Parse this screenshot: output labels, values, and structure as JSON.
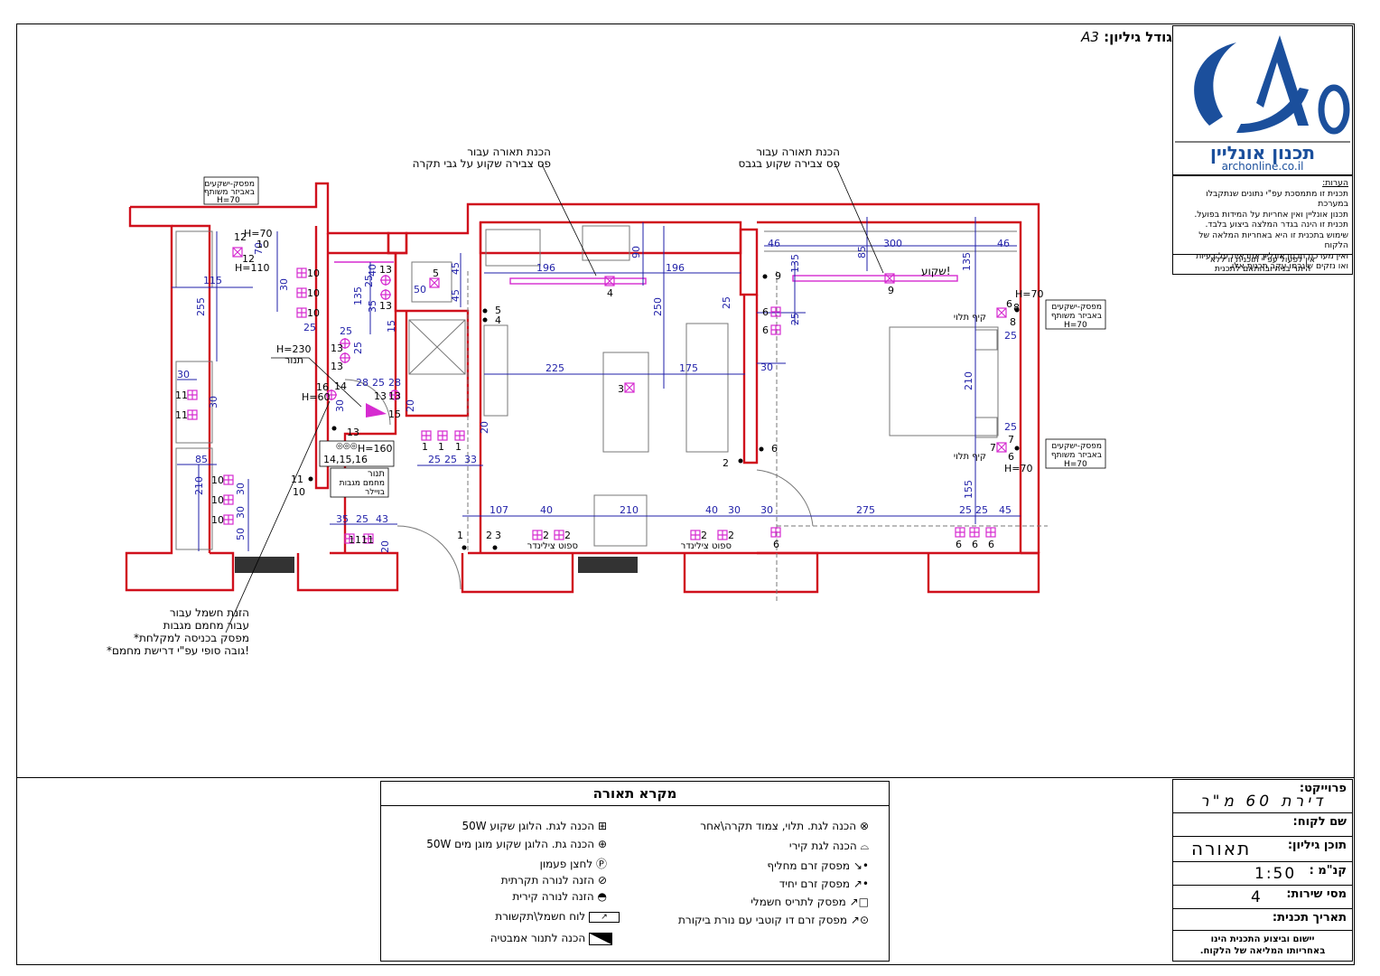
{
  "sheet": {
    "size_label": "גודל גיליון:",
    "size_value": "A3"
  },
  "logo": {
    "brand_he": "תכנון אונליין",
    "brand_en": "archonline.co.il"
  },
  "notes": {
    "title": "הערות:",
    "lines": [
      "תכנית זו מתמסכת עפ\"י נתונים שנתקבלו במערכת",
      "תכנון אונליין ואין אחריות על המידות בפועל.",
      "תכנית זו הינה בגדר המלצה ביצוע בלבד.",
      "שימוש בתכנית זו היא באחריות המלאה של הלקוח",
      "ואין מערכת תכנון אונליין אחראית על בעיות",
      "ואו נזקים שיגרמו עקב תכנית אלו."
    ],
    "footer_lines": [
      "אין לפעול עפ\"י תוכנית זו ללא",
      "היתר בניה ובהתאם לתכנית"
    ]
  },
  "plan_labels": {
    "callout_kitchen_1": "הכנת תאורה עבור",
    "callout_kitchen_2": "פס צבירה שקוע על גבי תקרה",
    "callout_bedroom_1": "הכנת תאורה עבור",
    "callout_bedroom_2": "פס צבירה שקוע בגבס",
    "switch_shared_1": "מפסק-ישקעים",
    "switch_shared_2": "באביזר משותף",
    "h70": "H=70",
    "h110": "H=110",
    "h230": "H=230",
    "h60": "H=60",
    "h160": "H=160",
    "oven": "תנור",
    "boiler_1": "תנור",
    "boiler_2": "מחמם מגבות",
    "boiler_3": "בויילר",
    "recessed": "שקוע!",
    "bed_lamp": "קיף תלוי",
    "cylinder_spot": "ספוט צילינדר",
    "bath_note_1": "הזנת חשמל עבור",
    "bath_note_2": "עבור מחמם מגבות",
    "bath_note_3": "*מפסק בכניסה למקלחת",
    "bath_note_4": "*גובה סופי עפ\"י דרישת מחמם!",
    "sw_1416": "14,15,16",
    "dims": {
      "d115": "115",
      "d255": "255",
      "d70": "70",
      "d30": "30",
      "d25": "25",
      "d85": "85",
      "d210": "210",
      "d50": "50",
      "d40": "40",
      "d135": "135",
      "d35": "35",
      "d15": "15",
      "d45": "45",
      "d196a": "196",
      "d196b": "196",
      "d90": "90",
      "d250": "250",
      "d225": "225",
      "d175": "175",
      "d20": "20",
      "d28": "28",
      "d33": "33",
      "d107": "107",
      "d275": "275",
      "d300": "300",
      "d46a": "46",
      "d46b": "46",
      "d155": "155",
      "d43": "43"
    }
  },
  "legend": {
    "title": "מקרא תאורה",
    "left_items": [
      "הכנה לגת. הלוגן שקוע 50W",
      "הכנה גת. הלוגן שקוע מוגן מים 50W",
      "לחצן פעמון",
      "הזנה לנורה תקרתית",
      "הזנה לנורה קירית",
      "לוח חשמל\\תקשורת",
      "הכנה לתנור אמבטיה"
    ],
    "right_items": [
      "הכנה לגת. תלוי, צמוד תקרה\\אחר",
      "הכנה לגת קירי",
      "מפסק זרם מחליף",
      "מפסק זרם יחיד",
      "מפסק לתריס חשמלי",
      "מפסק זרם דו קוטבי עם נורת ביקורת"
    ],
    "icons": {
      "halogen": "square-cross-icon",
      "halogen_wp": "circle-cross-icon",
      "bell": "p-circle-icon"
    }
  },
  "title_block": {
    "project_label": "פרוייקט:",
    "project_value": "דירת 60 מ\"ר",
    "client_label": "שם לקוח:",
    "client_value": "",
    "content_label": "תוכן גיליון:",
    "content_value": "תאורה",
    "scale_label": "קנ\"מ :",
    "scale_value": "1:50",
    "revision_label": "מסי שירות:",
    "revision_value": "4",
    "date_label": "תאריך תכנית:",
    "date_value": "",
    "footer_1": "יישום וביצוע התכנית הינו",
    "footer_2": "באחריותו המליאה של הלקוח."
  },
  "colors": {
    "wall": "#d0101c",
    "dim": "#1f1fa8",
    "fixture": "#d62bd0",
    "ink": "#000000"
  }
}
